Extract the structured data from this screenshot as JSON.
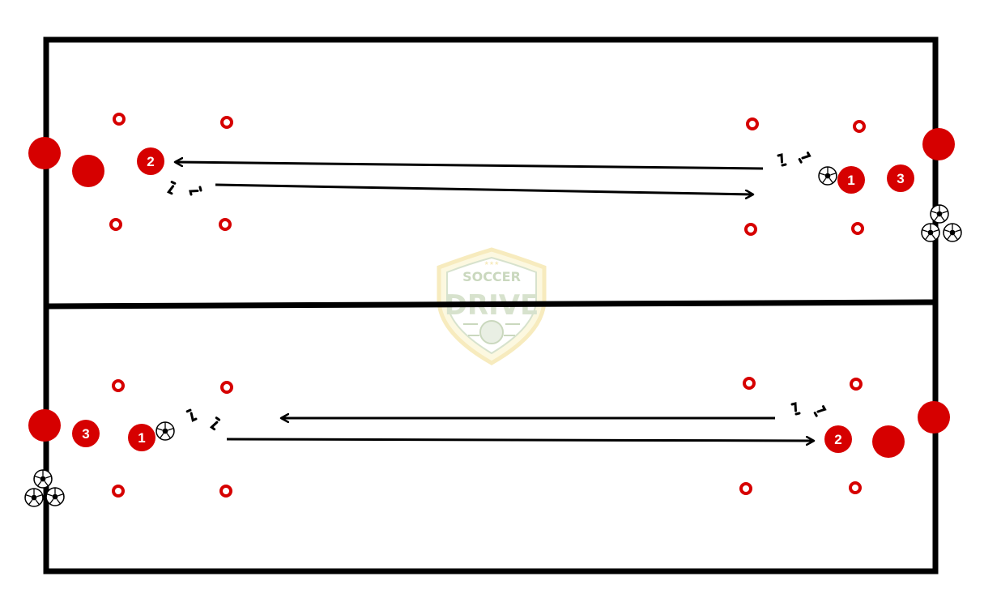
{
  "colors": {
    "field_line": "#000000",
    "marker_red": "#d60000",
    "arrow": "#000000",
    "watermark_green": "#9fb98a",
    "watermark_gold": "#f1dc8a"
  },
  "watermark": {
    "line1": "SOCCER",
    "line2": "DRIVE",
    "icon": "soccer-ball-shield-icon"
  },
  "players": {
    "top_right_1": "1",
    "top_right_3": "3",
    "top_left_2": "2",
    "bottom_left_3": "3",
    "bottom_left_1": "1",
    "bottom_right_2": "2"
  },
  "icons": {
    "ball": "soccer-ball-icon",
    "cone": "cone-icon",
    "mannequin": "mannequin-icon",
    "footsteps": "footsteps-icon"
  }
}
